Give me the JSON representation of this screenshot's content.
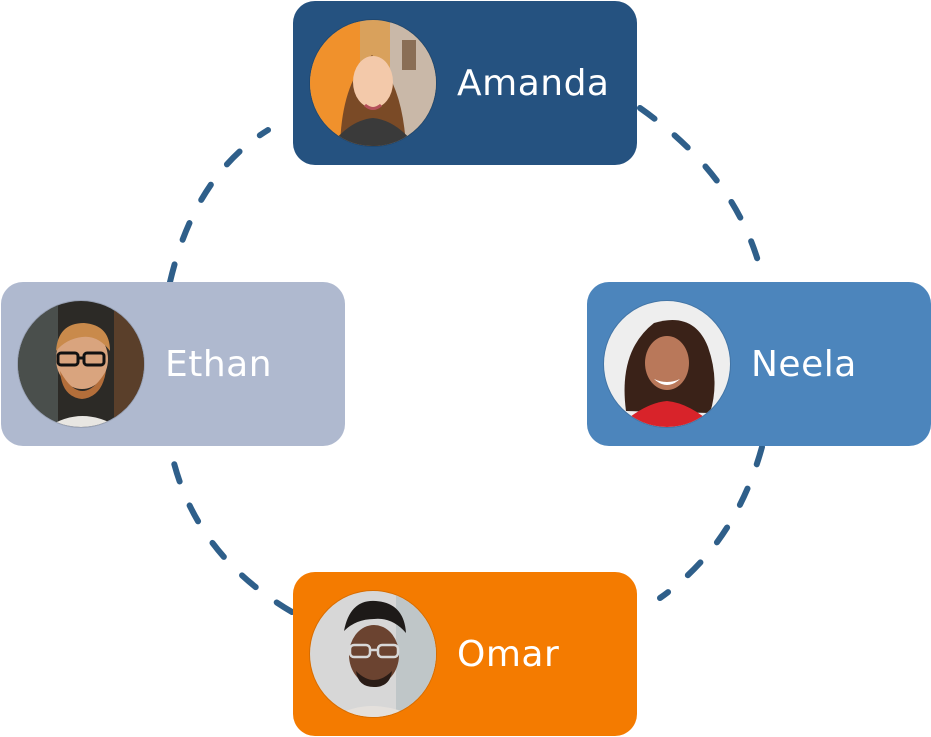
{
  "ring": {
    "color": "#2f5f8a"
  },
  "people": {
    "amanda": {
      "name": "Amanda",
      "card_color": "#255280",
      "photo": "avatar-woman-long-brown-hair"
    },
    "ethan": {
      "name": "Ethan",
      "card_color": "#afb9cf",
      "photo": "avatar-man-blond-beard-glasses"
    },
    "neela": {
      "name": "Neela",
      "card_color": "#4c85bc",
      "photo": "avatar-woman-dark-curly-hair"
    },
    "omar": {
      "name": "Omar",
      "card_color": "#f47b00",
      "photo": "avatar-man-curly-hair-glasses"
    }
  }
}
